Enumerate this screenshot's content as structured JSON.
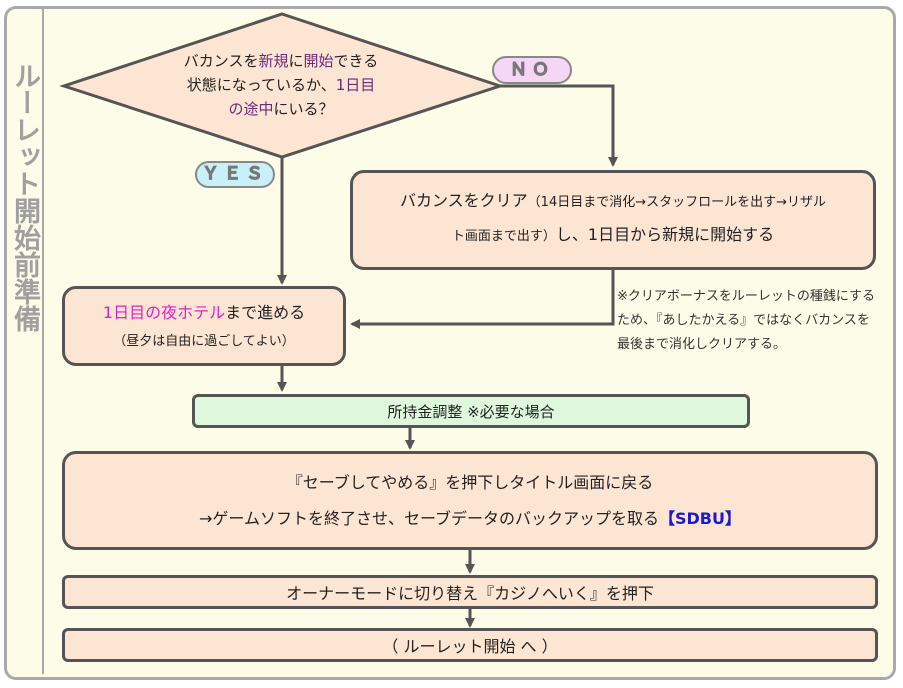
{
  "side_title": "ルーレット開始前準備",
  "decision": {
    "line1_a": "バカンスを",
    "line1_b": "新規",
    "line1_c": "に",
    "line1_d": "開始",
    "line1_e": "できる",
    "line2_a": "状態になっているか、",
    "line2_b": "1日目",
    "line3_a": "の途中",
    "line3_b": "にいる？",
    "yes_label": "ＹＥＳ",
    "no_label": "ＮＯ"
  },
  "clear_box": {
    "line1_a": "バカンスをクリア",
    "line1_b": "（14日目まで消化→スタッフロールを出す→リザル",
    "line2_a": "ト画面まで出す）",
    "line2_b": "し、1日目から新規に開始する"
  },
  "note": "※クリアボーナスをルーレットの種銭にするため、『あしたかえる』ではなくバカンスを最後まで消化しクリアする。",
  "hotel_box": {
    "line1_a": "1日目の夜ホテル",
    "line1_b": "まで進める",
    "line2": "（昼夕は自由に過ごしてよい）"
  },
  "money_box": "所持金調整 ※必要な場合",
  "save_box": {
    "line1": "『セーブしてやめる』を押下しタイトル画面に戻る",
    "line2_a": "→ゲームソフトを終了させ、セーブデータのバックアップを取る",
    "line2_b": "【SDBU】"
  },
  "owner_box": "オーナーモードに切り替え『カジノへいく』を押下",
  "end_box": "（ ルーレット開始 へ ）",
  "colors": {
    "box_fill": "#fde5d4",
    "money_fill": "#dff7dc",
    "yes_fill": "#c8f0f8",
    "no_fill": "#f6d6f6",
    "frame_fill": "#fdfce8",
    "pink_text": "#e020c8",
    "blue_text": "#1a1acc"
  }
}
